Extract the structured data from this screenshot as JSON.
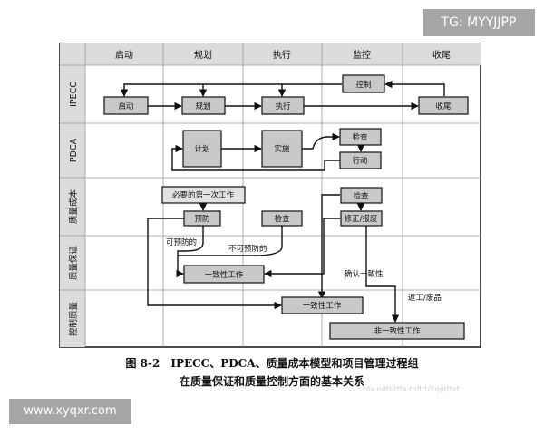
{
  "watermark": {
    "top_right": "TG: MYYJJPP",
    "bottom_left": "www.xyqxr.com",
    "faint": "tda·ndtt ttta·tnfttt/Yqgtttvt"
  },
  "columns": [
    "启动",
    "规划",
    "执行",
    "监控",
    "收尾"
  ],
  "rows": [
    "IPECC",
    "PDCA",
    "质量成本",
    "质量保证",
    "控制质量"
  ],
  "boxes": {
    "ipecc_start": "启动",
    "ipecc_plan": "规划",
    "ipecc_exec": "执行",
    "ipecc_monitor": "控制",
    "ipecc_close": "收尾",
    "pdca_plan": "计划",
    "pdca_do": "实施",
    "pdca_check": "检查",
    "pdca_act": "行动",
    "qc_first_work": "必要的第一次工作",
    "qc_prevent": "预防",
    "qc_inspect": "检查",
    "qc_check": "检查",
    "qc_fix": "修正/报废",
    "qa_consistent": "一致性工作",
    "qctl_consistent": "一致性工作",
    "qctl_nonconsistent": "非一致性工作"
  },
  "labels": {
    "preventable": "可预防的",
    "not_preventable": "不可预防的",
    "confirm": "确认一致性",
    "rework": "返工/废品"
  },
  "caption": {
    "line1": "图 8-2　IPECC、PDCA、质量成本模型和项目管理过程组",
    "line2": "在质量保证和质量控制方面的基本关系"
  },
  "colors": {
    "header_fill": "#dcdcdc",
    "box_fill": "#c8c8c8",
    "border": "#111111"
  }
}
